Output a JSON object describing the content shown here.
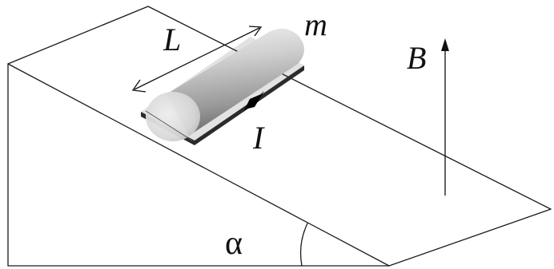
{
  "labels": {
    "length": "L",
    "mass": "m",
    "field": "B",
    "current": "I",
    "angle": "α"
  },
  "colors": {
    "line": "#1a1a1a",
    "rail": "#2b2b2b",
    "rod_light": "#e6e6e6",
    "rod_mid": "#b5b5b5",
    "rod_dark": "#6e6e6e"
  }
}
